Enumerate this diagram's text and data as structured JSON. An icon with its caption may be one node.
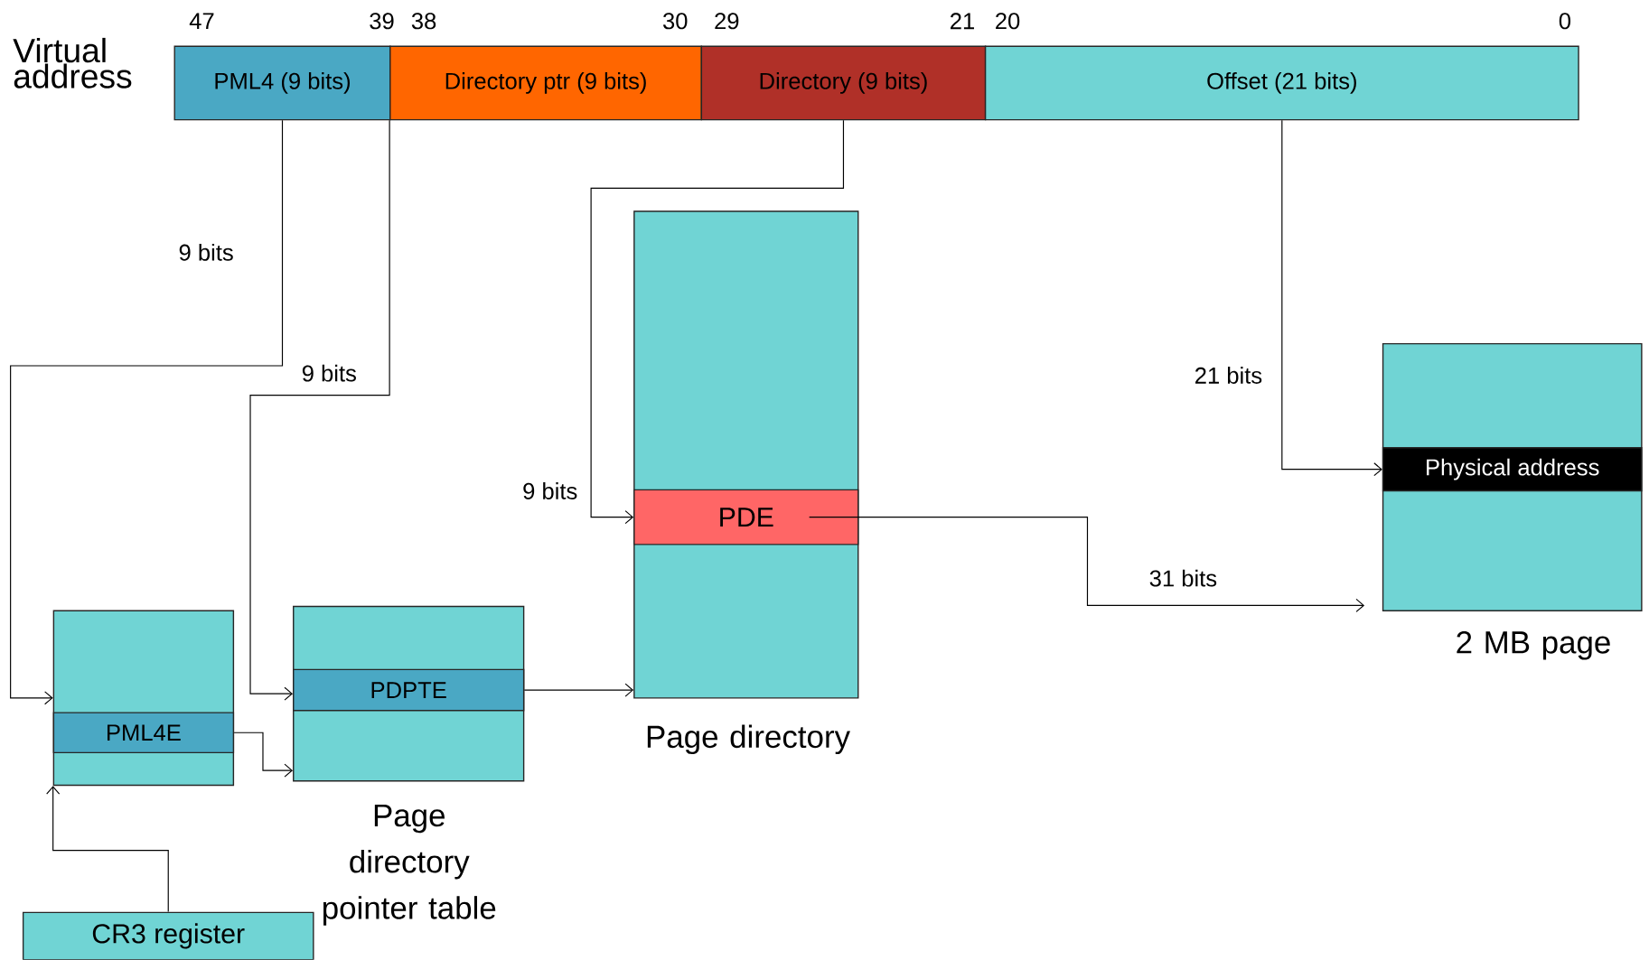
{
  "diagram": {
    "nodes": [
      {
        "text": [
          "PML4 (9 bits)"
        ]
      },
      {
        "text": [
          "Directory ptr (9 bits)"
        ]
      },
      {
        "text": [
          "Directory (9 bits)"
        ]
      },
      {
        "text": [
          "Offset (21 bits)"
        ]
      },
      {
        "text": [],
        "shape": "box"
      },
      {
        "text": [
          "PML4E"
        ],
        "in": 4
      },
      {
        "text": [],
        "shape": "box",
        "beside": [
          "Page directory pointer table"
        ]
      },
      {
        "text": [
          "PDPTE"
        ],
        "in": 6
      },
      {
        "text": [],
        "shape": "box",
        "beside": [
          "Page directory"
        ]
      },
      {
        "text": [
          "PDE"
        ],
        "in": 8
      },
      {
        "text": [],
        "shape": "box",
        "beside": [
          "2 MB page"
        ]
      },
      {
        "text": [
          "Physical address"
        ],
        "in": 10
      },
      {
        "text": [
          "CR3 register"
        ]
      }
    ],
    "edges": [
      {
        "from": 0,
        "to": 4,
        "arrow": "to",
        "label": "9 bits"
      },
      {
        "from": 1,
        "to": 6,
        "arrow": "to",
        "label": "9 bits"
      },
      {
        "from": 2,
        "to": 9,
        "arrow": "to",
        "label": "9 bits"
      },
      {
        "from": 3,
        "to": 11,
        "arrow": "to",
        "label": "21 bits"
      },
      {
        "from": 5,
        "to": 6,
        "arrow": "to"
      },
      {
        "from": 7,
        "to": 8,
        "arrow": "to"
      },
      {
        "from": 9,
        "to": 10,
        "arrow": "to",
        "label": "31 bits"
      },
      {
        "from": 12,
        "to": 4,
        "arrow": "to"
      }
    ],
    "labels": [
      "Virtual address",
      "47",
      "39",
      "38",
      "30",
      "29",
      "21",
      "20",
      "0"
    ]
  }
}
